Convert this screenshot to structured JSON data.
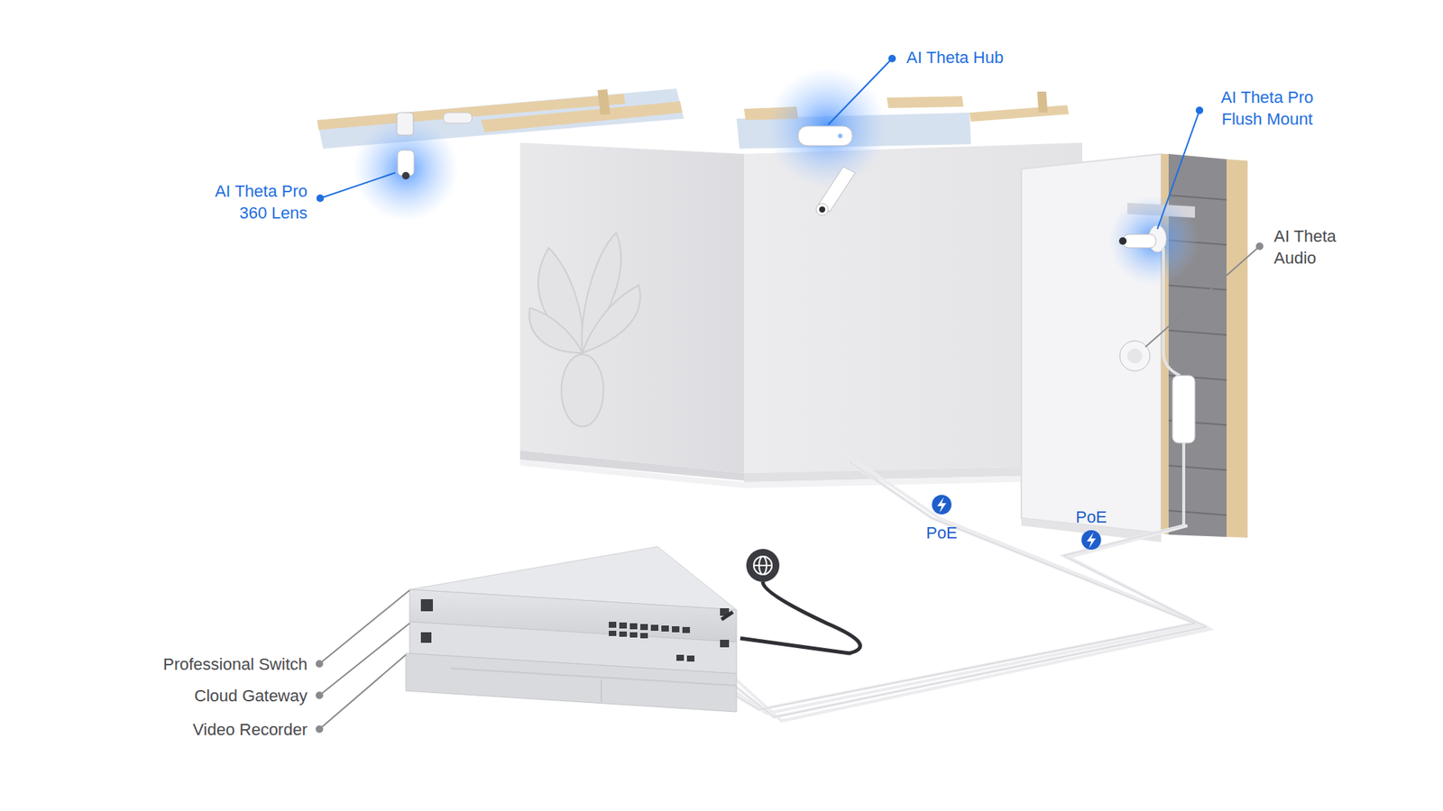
{
  "diagram": {
    "labels": [
      "AI Theta Hub",
      "AI Theta Pro Flush Mount",
      "AI Theta Pro 360 Lens",
      "AI Theta Audio",
      "PoE",
      "PoE",
      "Professional Switch",
      "Cloud Gateway",
      "Video Recorder"
    ]
  }
}
